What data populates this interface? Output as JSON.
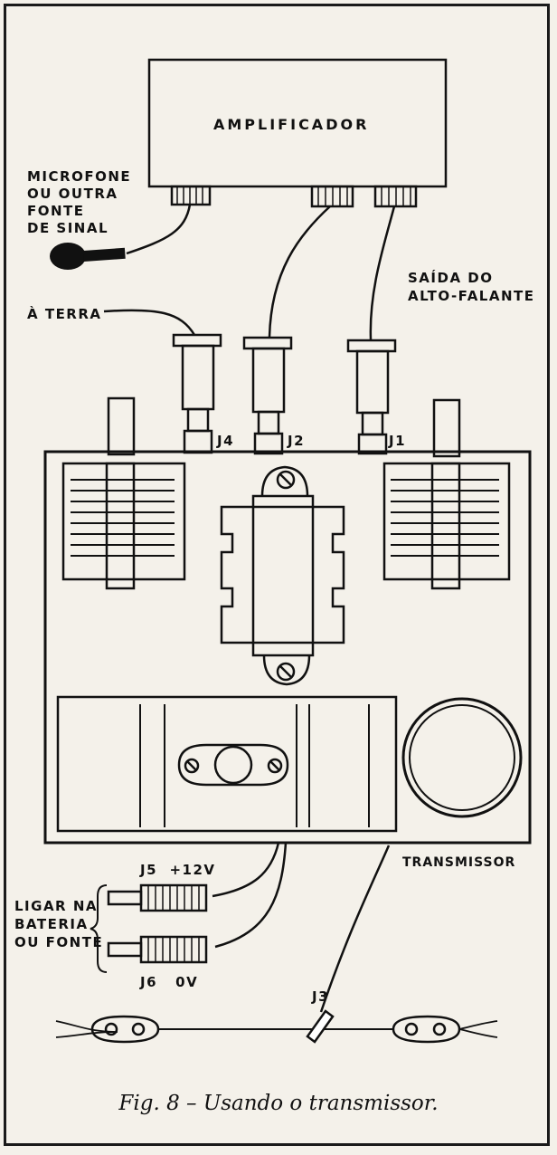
{
  "labels": {
    "amplificador": "AMPLIFICADOR",
    "microfone": [
      "MICROFONE",
      "OU OUTRA",
      "FONTE",
      "DE SINAL"
    ],
    "saida": [
      "SAÍDA DO",
      "ALTO-FALANTE"
    ],
    "terra": "À TERRA",
    "j4": "J4",
    "j2": "J2",
    "j1": "J1",
    "transmissor": "TRANSMISSOR",
    "j5": "J5  +12V",
    "j6": "J6   0V",
    "ligar": [
      "LIGAR NA",
      "BATERIA",
      "OU FONTE"
    ],
    "j3": "J3"
  },
  "caption": "Fig. 8 – Usando o transmissor."
}
